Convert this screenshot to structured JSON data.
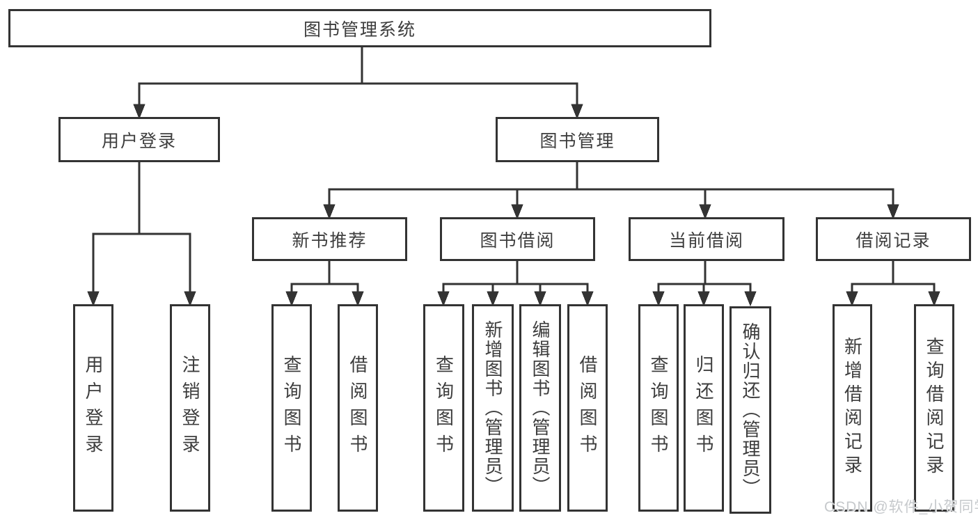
{
  "diagram": {
    "root": {
      "label": "图书管理系统"
    },
    "branches": [
      {
        "label": "用户登录",
        "leaves": [
          {
            "label": "用户登录"
          },
          {
            "label": "注销登录"
          }
        ]
      },
      {
        "label": "图书管理",
        "groups": [
          {
            "label": "新书推荐",
            "leaves": [
              {
                "label": "查询图书"
              },
              {
                "label": "借阅图书"
              }
            ]
          },
          {
            "label": "图书借阅",
            "leaves": [
              {
                "label": "查询图书"
              },
              {
                "label": "新增图书（管理员）"
              },
              {
                "label": "编辑图书（管理员）"
              },
              {
                "label": "借阅图书"
              }
            ]
          },
          {
            "label": "当前借阅",
            "leaves": [
              {
                "label": "查询图书"
              },
              {
                "label": "归还图书"
              },
              {
                "label": "确认归还（管理员）"
              }
            ]
          },
          {
            "label": "借阅记录",
            "leaves": [
              {
                "label": "新增借阅记录"
              },
              {
                "label": "查询借阅记录"
              }
            ]
          }
        ]
      }
    ]
  },
  "watermark": {
    "text": "CSDN @软件_小贺同学"
  },
  "colors": {
    "background": "#ffffff",
    "line": "#333333",
    "box_border": "#333333",
    "box_fill": "#ffffff",
    "text": "#3d3d3d",
    "watermark": "#c6c9cc"
  }
}
